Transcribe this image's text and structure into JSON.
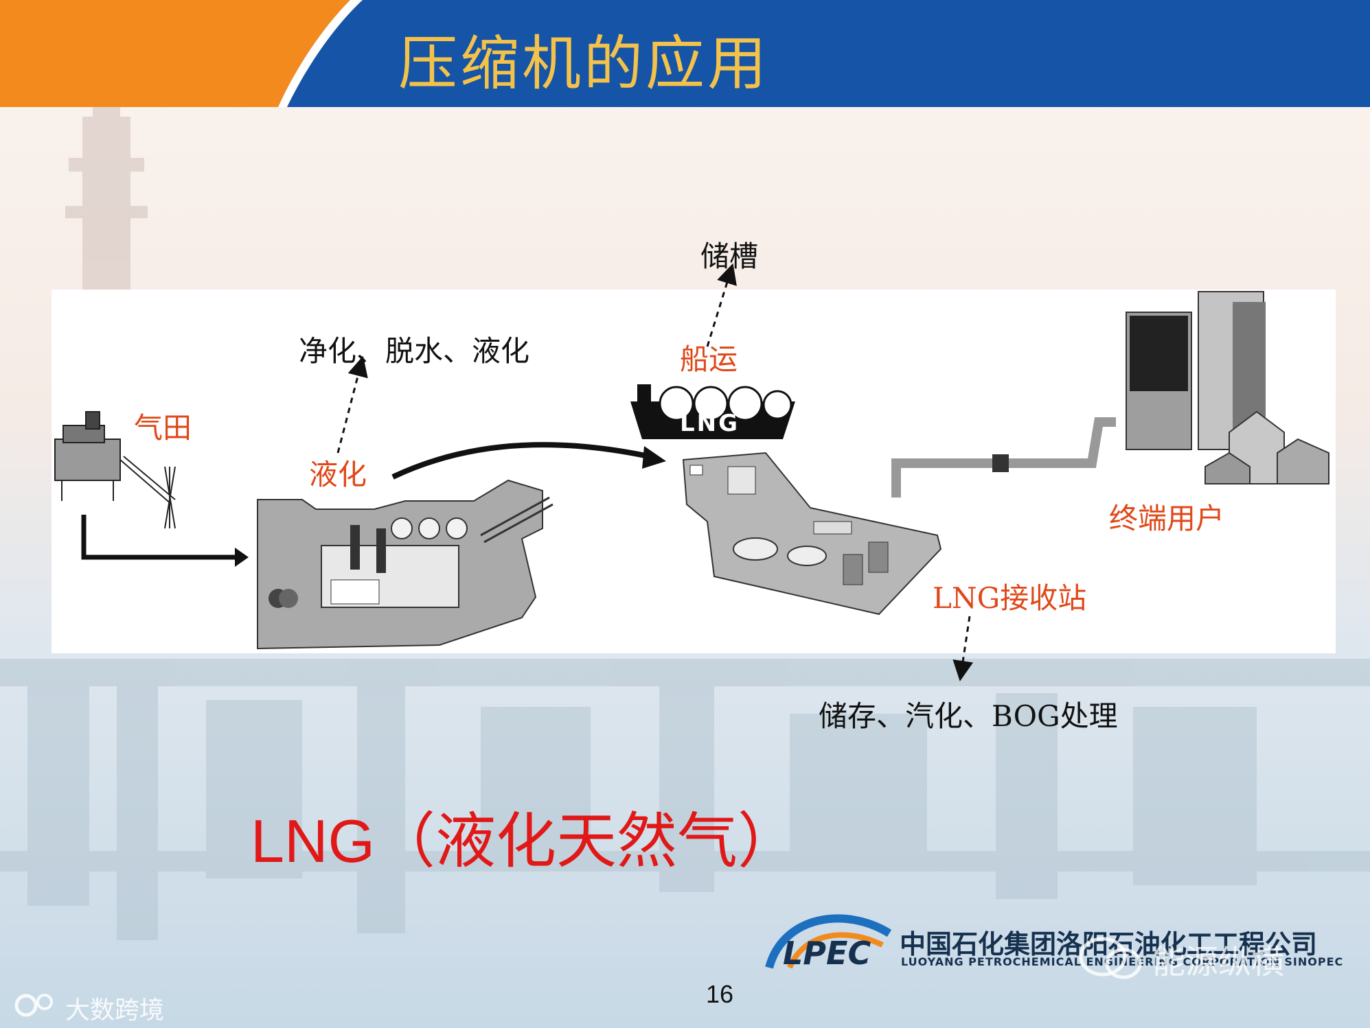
{
  "header": {
    "title": "压缩机的应用"
  },
  "diagram": {
    "labels": {
      "gas_field": "气田",
      "liquefaction": "液化",
      "liquefaction_steps": "净化、脱水、液化",
      "shipping": "船运",
      "storage_tank": "储槽",
      "ship_badge": "LNG",
      "terminal": "LNG接收站",
      "terminal_steps": "储存、汽化、BOG处理",
      "end_user": "终端用户"
    }
  },
  "subtitle": {
    "latin": "LNG",
    "cjk": "（液化天然气）"
  },
  "footer": {
    "page_number": "16",
    "logo_mark": "LPEC",
    "company_cn": "中国石化集团洛阳石油化工工程公司",
    "company_en": "LUOYANG PETROCHEMICAL ENGINEERING CORPORATION SINOPEC",
    "watermark_left": "大数跨境",
    "watermark_right": "能源纵横"
  },
  "colors": {
    "header_blue": "#1554a6",
    "header_orange": "#f28a1e",
    "title_gold": "#f4c24a",
    "label_red": "#e04818",
    "subtitle_red": "#e01818"
  }
}
